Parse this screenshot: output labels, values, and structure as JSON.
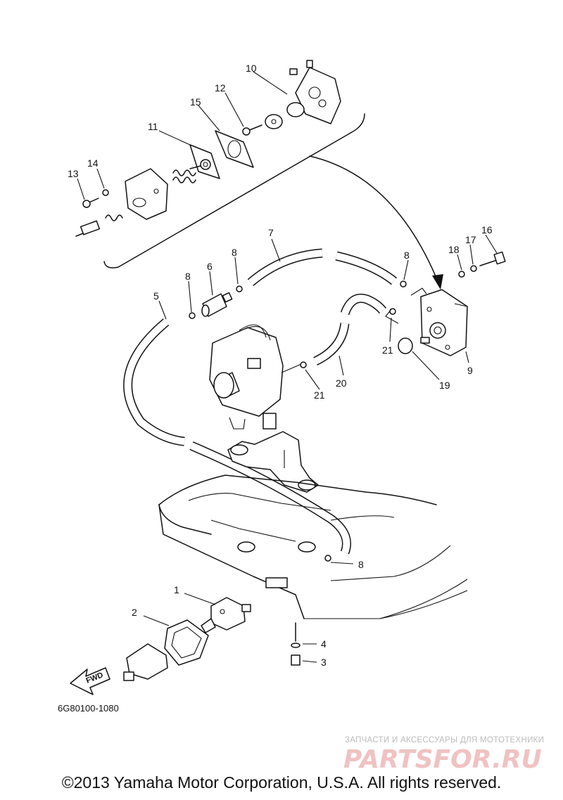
{
  "callouts": {
    "c1": "1",
    "c2": "2",
    "c3": "3",
    "c4": "4",
    "c5": "5",
    "c6": "6",
    "c7": "7",
    "c8a": "8",
    "c8b": "8",
    "c8c": "8",
    "c8d": "8",
    "c9": "9",
    "c10": "10",
    "c11": "11",
    "c12": "12",
    "c13": "13",
    "c14": "14",
    "c15": "15",
    "c16": "16",
    "c17": "17",
    "c18": "18",
    "c19": "19",
    "c20": "20",
    "c21a": "21",
    "c21b": "21"
  },
  "fwd_label": "FWD",
  "diagram_code": "6G80100-1080",
  "watermark": {
    "subtitle": "ЗАПЧАСТИ И АКСЕССУАРЫ ДЛЯ МОТОТЕХНИКИ",
    "brand": "PARTSFOR.RU",
    "color": "#f0c2c2"
  },
  "copyright": "©2013 Yamaha Motor Corporation, U.S.A. All rights reserved."
}
